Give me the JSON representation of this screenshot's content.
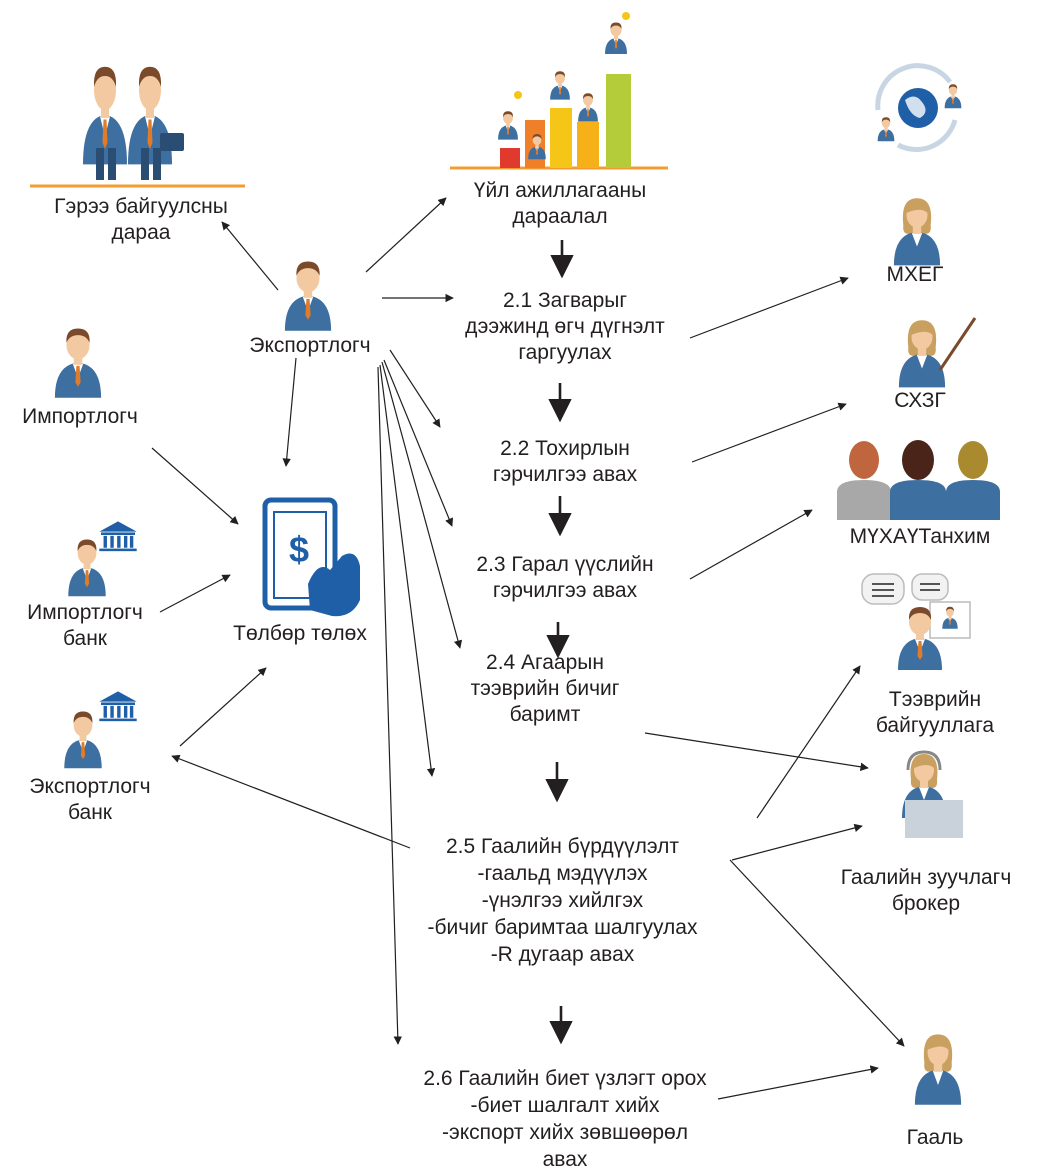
{
  "actors": {
    "after_contract": [
      "Гэрээ байгуулсны",
      "дараа"
    ],
    "exporter": "Экспортлогч",
    "importer": "Импортлогч",
    "importer_bank": [
      "Импортлогч",
      "банк"
    ],
    "exporter_bank": [
      "Экспортлогч",
      "банк"
    ],
    "payment": "Төлбөр төлөх",
    "mxeg": "МХЕГ",
    "sxzg": "СХЗГ",
    "chamber": "МҮХАҮТанхим",
    "transport_org": [
      "Тээврийн",
      "байгууллага"
    ],
    "customs_broker": [
      "Гаалийн зуучлагч",
      "брокер"
    ],
    "customs": "Гааль"
  },
  "steps": {
    "sequence_title": [
      "Үйл ажиллагааны",
      "дараалал"
    ],
    "s2_1": [
      "2.1 Загварыг",
      "дээжинд өгч дүгнэлт",
      "гаргуулах"
    ],
    "s2_2": [
      "2.2 Тохирлын",
      "гэрчилгээ авах"
    ],
    "s2_3": [
      "2.3 Гарал үүслийн",
      "гэрчилгээ авах"
    ],
    "s2_4": [
      "2.4 Агаарын",
      "тээврийн бичиг",
      "баримт"
    ],
    "s2_5": [
      "2.5 Гаалийн бүрдүүлэлт",
      "-гаальд мэдүүлэх",
      "-үнэлгээ хийлгэх",
      "-бичиг баримтаа шалгуулах",
      "-R дугаар авах"
    ],
    "s2_6": [
      "2.6 Гаалийн биет үзлэгт орох",
      "-биет шалгалт хийх",
      "-экспорт хийх зөвшөөрөл",
      "авах"
    ]
  },
  "icons": {
    "handshake": "handshake-people-icon",
    "ladder": "career-ladder-chart-icon",
    "globe": "global-network-icon",
    "phone_payment": "mobile-payment-icon",
    "bank": "bank-building-icon",
    "person": "businessperson-icon"
  },
  "colors": {
    "suit": "#3d6fa0",
    "suit_dark": "#2a4d73",
    "skin": "#f2c9a0",
    "hair": "#7a4a2a",
    "blue": "#1f5fa8",
    "orange": "#f39c32",
    "arrow": "#231f20"
  }
}
